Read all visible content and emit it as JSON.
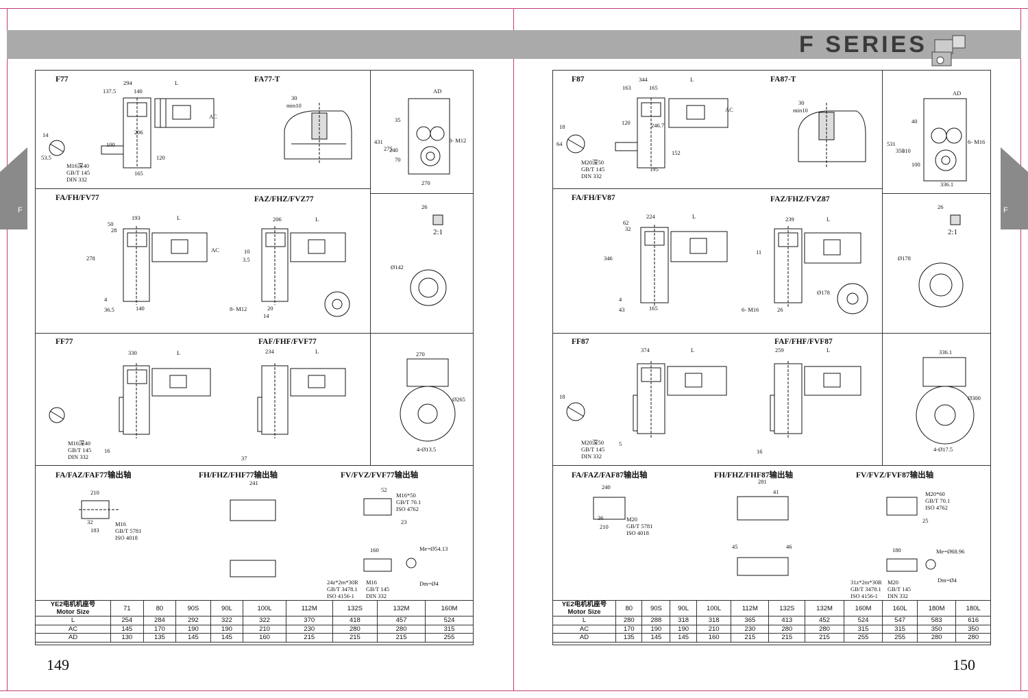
{
  "series_title": "F SERIES",
  "side_tab_letter": "F",
  "pages": {
    "left": {
      "page_number": "149",
      "sections": {
        "foot": "F77",
        "hollow_t": "FA77-T",
        "hollow": "FA/FH/FV77",
        "hollow_torque": "FAZ/FHZ/FVZ77",
        "flange": "FF77",
        "hollow_flange": "FAF/FHF/FVF77",
        "shaft_fa": "FA/FAZ/FAF77输出轴",
        "shaft_fh": "FH/FHZ/FHF77输出轴",
        "shaft_fv": "FV/FVZ/FVF77输出轴"
      },
      "notes": {
        "foot_thread": "M16深40",
        "gb_t_145": "GB/T 145",
        "din_332": "DIN 332",
        "fa_thread": "M16",
        "gb_t_5781": "GB/T 5781",
        "iso_4018": "ISO 4018",
        "fv_thread": "M16*50",
        "gb_t_70_1": "GB/T 70.1",
        "iso_4762": "ISO 4762",
        "spline": "24z*2m*30R",
        "gb_t_3478_1": "GB/T 3478.1",
        "iso_4156_1": "ISO 4156-1",
        "me": "Me=Ø54.13",
        "dm": "Dm=Ø4",
        "ratio": "2:1",
        "faz_holes": "8- M12",
        "fa_holes": "4-Ø13.5"
      },
      "dims": {
        "d294": "294",
        "d137": "137.5",
        "d140": "140",
        "dL": "L",
        "dAC": "AC",
        "dAD": "AD",
        "d206": "206",
        "d120": "120",
        "d165": "165",
        "d100": "100",
        "d14": "14",
        "d53": "53.5",
        "d30": "30",
        "dmin10": "min10",
        "d431": "431",
        "d275": "275",
        "d240": "240",
        "d70": "70",
        "d35": "35",
        "d270": "270",
        "d193": "193",
        "d50": "50",
        "d28": "28",
        "d278": "278",
        "d36": "36.5",
        "d4": "4",
        "d206b": "206",
        "d10": "10",
        "d3": "3.5",
        "d20": "20",
        "d142": "Ø142",
        "d26": "26",
        "d330": "330",
        "d234": "234",
        "d16": "16",
        "d37": "37",
        "d265": "Ø265",
        "d210": "210",
        "d32": "32",
        "d183": "183",
        "d241": "241",
        "d52": "52",
        "d23": "23",
        "d160": "160"
      },
      "motor_table": {
        "header_cn": "YE2电机机座号",
        "header_en": "Motor Size",
        "sizes": [
          "71",
          "80",
          "90S",
          "90L",
          "100L",
          "112M",
          "132S",
          "132M",
          "160M"
        ],
        "rows": [
          {
            "label": "L",
            "values": [
              "254",
              "284",
              "292",
              "322",
              "322",
              "370",
              "418",
              "457",
              "524"
            ]
          },
          {
            "label": "AC",
            "values": [
              "145",
              "170",
              "190",
              "190",
              "210",
              "230",
              "280",
              "280",
              "315"
            ]
          },
          {
            "label": "AD",
            "values": [
              "130",
              "135",
              "145",
              "145",
              "160",
              "215",
              "215",
              "215",
              "255"
            ]
          }
        ]
      }
    },
    "right": {
      "page_number": "150",
      "sections": {
        "foot": "F87",
        "hollow_t": "FA87-T",
        "hollow": "FA/FH/FV87",
        "hollow_torque": "FAZ/FHZ/FVZ87",
        "flange": "FF87",
        "hollow_flange": "FAF/FHF/FVF87",
        "shaft_fa": "FA/FAZ/FAF87输出轴",
        "shaft_fh": "FH/FHZ/FHF87输出轴",
        "shaft_fv": "FV/FVZ/FVF87输出轴"
      },
      "notes": {
        "foot_thread": "M20深50",
        "gb_t_145": "GB/T 145",
        "din_332": "DIN 332",
        "fa_thread": "M20",
        "gb_t_5781": "GB/T 5781",
        "iso_4018": "ISO 4018",
        "fv_thread": "M20*60",
        "gb_t_70_1": "GB/T 70.1",
        "iso_4762": "ISO 4762",
        "spline": "31z*2m*30R",
        "gb_t_3478_1": "GB/T 3478.1",
        "iso_4156_1": "ISO 4156-1",
        "me": "Me=Ø68.96",
        "dm": "Dm=Ø4",
        "ratio": "2:1",
        "faz_holes": "6- M16",
        "fa_holes": "4-Ø17.5"
      },
      "dims": {
        "d344": "344",
        "d163": "163",
        "d165": "165",
        "dL": "L",
        "dAC": "AC",
        "dAD": "AD",
        "d246": "246.7",
        "d152": "152",
        "d195": "195",
        "d120": "120",
        "d18": "18",
        "d64": "64",
        "d30": "30",
        "dmin10": "min10",
        "d531": "531",
        "d350": "350",
        "d310": "310",
        "d100": "100",
        "d40": "40",
        "d336": "336.1",
        "d224": "224",
        "d62": "62",
        "d32": "32",
        "d346": "346",
        "d43": "43",
        "d4": "4",
        "d239": "239",
        "d11": "11",
        "d26": "26",
        "d178": "Ø178",
        "d374": "374",
        "d259": "259",
        "d5": "5",
        "d16": "16",
        "d300": "Ø300",
        "d240": "240",
        "d36": "36",
        "d210": "210",
        "d281": "281",
        "d41": "41",
        "d45": "45",
        "d46": "46",
        "d25": "25",
        "d180": "180",
        "d18b": "18"
      },
      "motor_table": {
        "header_cn": "YE2电机机座号",
        "header_en": "Motor Size",
        "sizes": [
          "80",
          "90S",
          "90L",
          "100L",
          "112M",
          "132S",
          "132M",
          "160M",
          "160L",
          "180M",
          "180L"
        ],
        "rows": [
          {
            "label": "L",
            "values": [
              "280",
              "288",
              "318",
              "318",
              "365",
              "413",
              "452",
              "524",
              "547",
              "583",
              "616"
            ]
          },
          {
            "label": "AC",
            "values": [
              "170",
              "190",
              "190",
              "210",
              "230",
              "280",
              "280",
              "315",
              "315",
              "350",
              "350"
            ]
          },
          {
            "label": "AD",
            "values": [
              "135",
              "145",
              "145",
              "160",
              "215",
              "215",
              "215",
              "255",
              "255",
              "280",
              "280"
            ]
          }
        ]
      }
    }
  }
}
